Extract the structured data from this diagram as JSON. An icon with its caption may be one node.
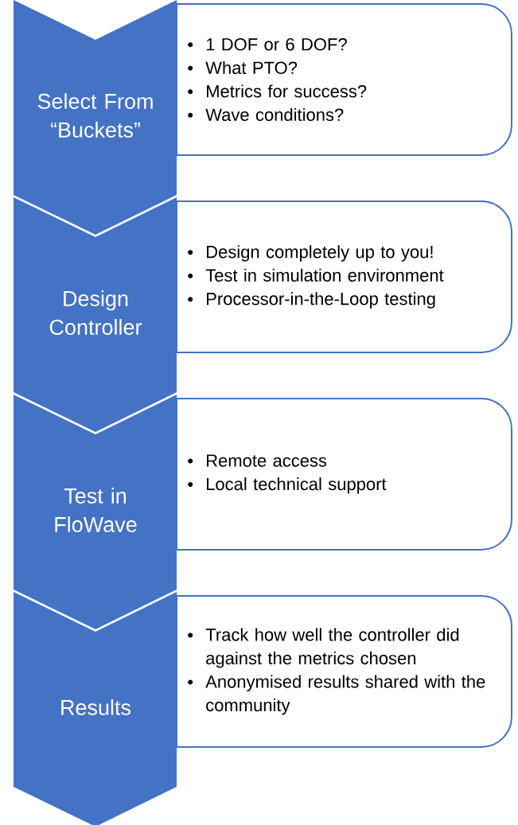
{
  "diagram": {
    "nodes": [
      {
        "text": [
          "Select From “Buckets”"
        ]
      },
      {
        "text": [
          "1 DOF or 6 DOF?",
          "What PTO?",
          "Metrics for success?",
          "Wave conditions?"
        ]
      },
      {
        "text": [
          "Design Controller"
        ]
      },
      {
        "text": [
          "Design completely up to you!",
          "Test in simulation environment",
          "Processor-in-the-Loop testing"
        ]
      },
      {
        "text": [
          "Test in FloWave"
        ]
      },
      {
        "text": [
          "Remote access",
          "Local technical support"
        ]
      },
      {
        "text": [
          "Results"
        ]
      },
      {
        "text": [
          "Track how well the controller did against the metrics chosen",
          "Anonymised results shared with the community"
        ]
      }
    ]
  }
}
